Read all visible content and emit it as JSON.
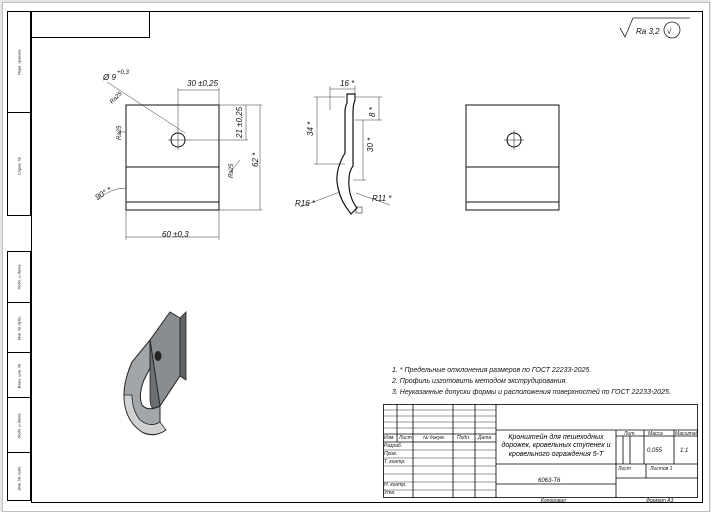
{
  "roughness": {
    "label": "Ra 3,2",
    "check": "√"
  },
  "dimensions": {
    "hole_dia": "Ø 9",
    "hole_tol": "+0,3",
    "hole_pos": "30 ±0,25",
    "height_21": "21 ±0,25",
    "height_62": "62 *",
    "width_60": "60 ±0,3",
    "angle": "90° *",
    "profile_16": "16 *",
    "profile_34": "34 *",
    "profile_8": "8 *",
    "profile_30": "30 *",
    "radius_16": "R16 *",
    "radius_11": "R11 *",
    "small_a": "Ra25",
    "small_b": "Ra25",
    "small_c": "Ra25"
  },
  "notes": [
    "1.  * Предельные отклонения размеров по ГОСТ 22233-2025.",
    "2.  Профиль изготовить методом экструдирования.",
    "3.  Неуказанные допуски формы и расположения поверхностей по ГОСТ 22233-2025."
  ],
  "side_labels": [
    "Перв. примен.",
    "Справ. №",
    "Подп. и дата",
    "Инв. № дубл.",
    "Взам. инв. №",
    "Подп. и дата",
    "Инв. № подл."
  ],
  "title_block": {
    "headers": {
      "izm": "Изм.",
      "list": "Лист",
      "doc_no": "№ докум.",
      "podp": "Подп.",
      "data": "Дата"
    },
    "rows": {
      "razrab": "Разраб.",
      "prov": "Пров.",
      "tkontr": "Т. контр.",
      "nkontr": "Н. контр.",
      "utv": "Утв."
    },
    "document_name": "Кронштейн для пешеходных дорожек, кровельных ступенек и кровельного ограждения 5-Т",
    "material": "6063-Т6",
    "lit_label": "Лит.",
    "mass_label": "Масса",
    "scale_label": "Масштаб",
    "mass_value": "0,055",
    "scale_value": "1:1",
    "sheet_label": "Лист",
    "sheets_label": "Листов 1",
    "copied_label": "Копировал",
    "format_label": "Формат А3"
  }
}
